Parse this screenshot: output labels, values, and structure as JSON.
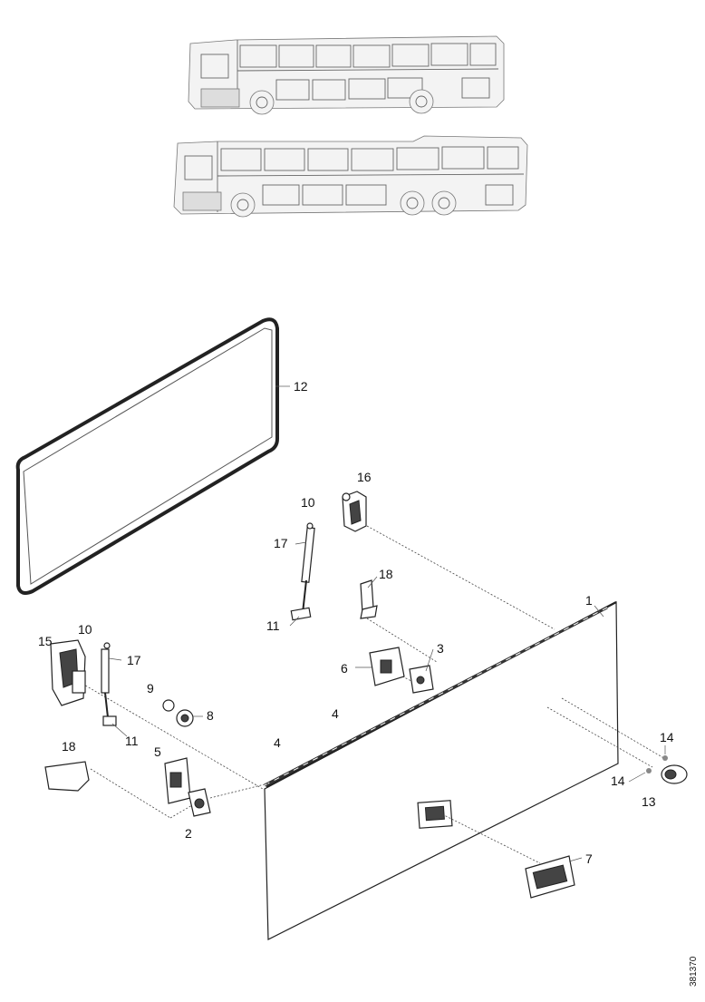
{
  "diagram": {
    "reference_number": "381370",
    "callouts": {
      "c1": "1",
      "c2": "2",
      "c3": "3",
      "c4a": "4",
      "c4b": "4",
      "c5": "5",
      "c6": "6",
      "c7": "7",
      "c8": "8",
      "c9": "9",
      "c10a": "10",
      "c10b": "10",
      "c11a": "11",
      "c11b": "11",
      "c12": "12",
      "c13": "13",
      "c14a": "14",
      "c14b": "14",
      "c15": "15",
      "c16": "16",
      "c17a": "17",
      "c17b": "17",
      "c18a": "18",
      "c18b": "18"
    }
  }
}
